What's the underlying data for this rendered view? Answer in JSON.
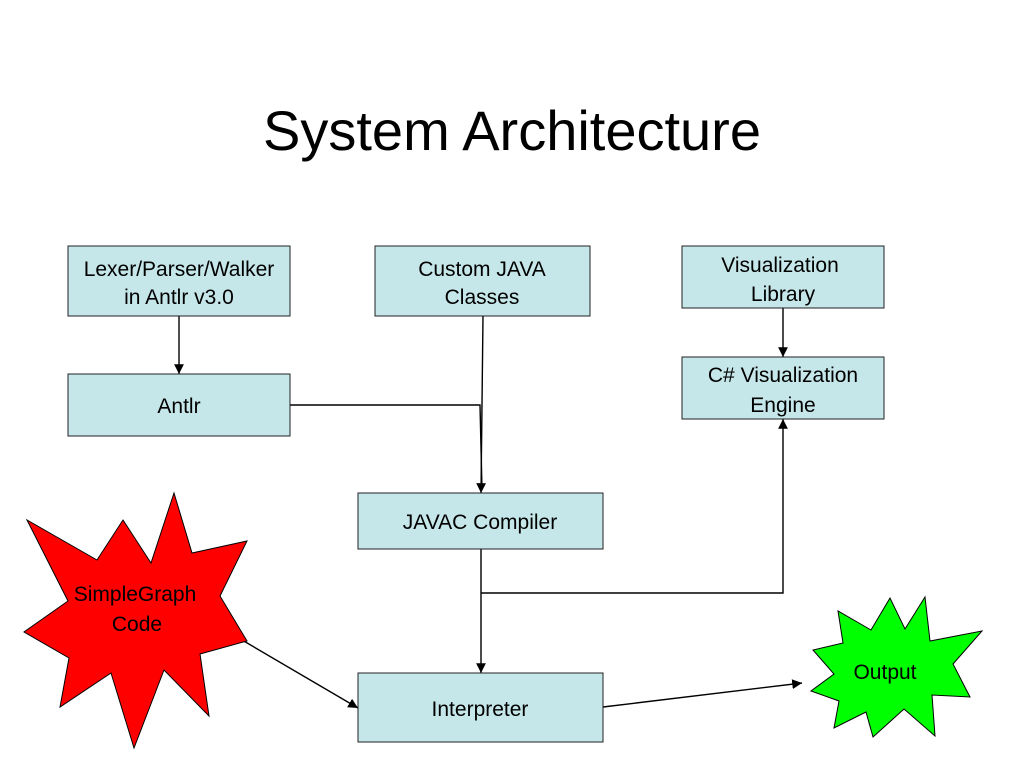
{
  "title": "System Architecture",
  "nodes": [
    {
      "id": "lexer",
      "lines": [
        "Lexer/Parser/Walker",
        "in Antlr v3.0"
      ]
    },
    {
      "id": "custom-java",
      "lines": [
        "Custom JAVA",
        "Classes"
      ]
    },
    {
      "id": "viz-lib",
      "lines": [
        "Visualization",
        "Library"
      ]
    },
    {
      "id": "antlr",
      "lines": [
        "Antlr"
      ]
    },
    {
      "id": "csharp-engine",
      "lines": [
        "C# Visualization",
        "Engine"
      ]
    },
    {
      "id": "javac",
      "lines": [
        "JAVAC Compiler"
      ]
    },
    {
      "id": "interpreter",
      "lines": [
        "Interpreter"
      ]
    },
    {
      "id": "simplegraph",
      "lines": [
        "SimpleGraph",
        "Code"
      ]
    },
    {
      "id": "output",
      "lines": [
        "Output"
      ]
    }
  ],
  "colors": {
    "box_fill": "#c6e7ea",
    "simplegraph_fill": "#ff0000",
    "output_fill": "#00ff00"
  }
}
